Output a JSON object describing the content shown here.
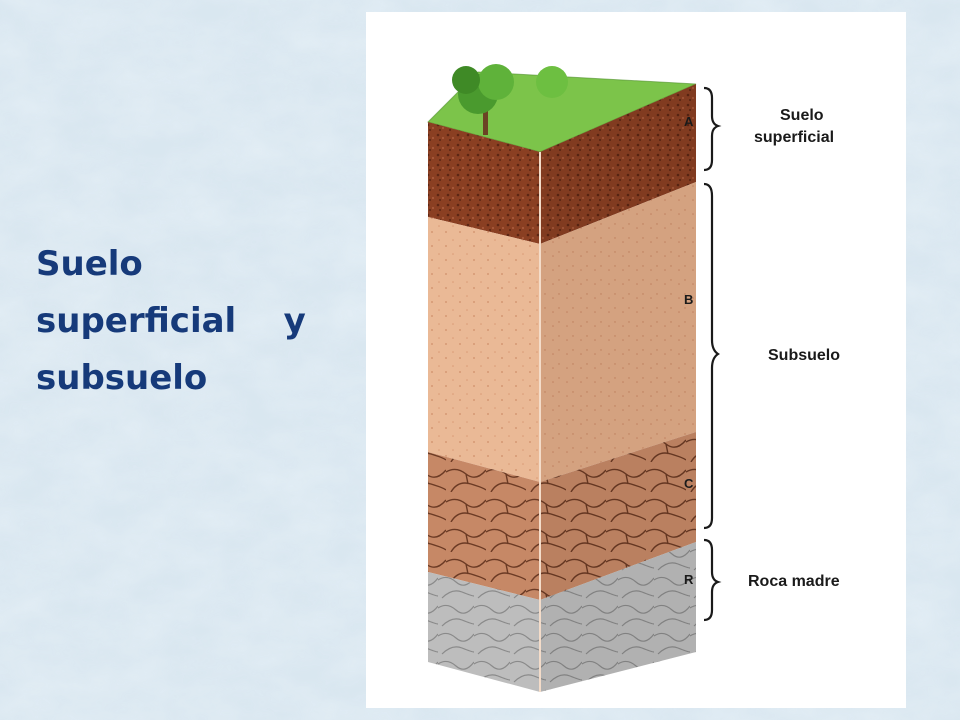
{
  "slide": {
    "title_lines": [
      "Suelo",
      "superficial    y",
      "subsuelo"
    ]
  },
  "diagram": {
    "horizons": [
      {
        "letter": "A",
        "color": "#8a3f22"
      },
      {
        "letter": "B",
        "color": "#e9b592"
      },
      {
        "letter": "C",
        "color": "#c98c68"
      },
      {
        "letter": "R",
        "color": "#b8b8b8"
      }
    ],
    "labels": {
      "topsoil": "Suelo superficial",
      "topsoil_line1": "Suelo",
      "topsoil_line2": "superficial",
      "subsoil": "Subsuelo",
      "bedrock": "Roca madre"
    },
    "surface_color": "#7cc44a"
  },
  "colors": {
    "title": "#163a7a",
    "background": "#d7e6ef"
  }
}
